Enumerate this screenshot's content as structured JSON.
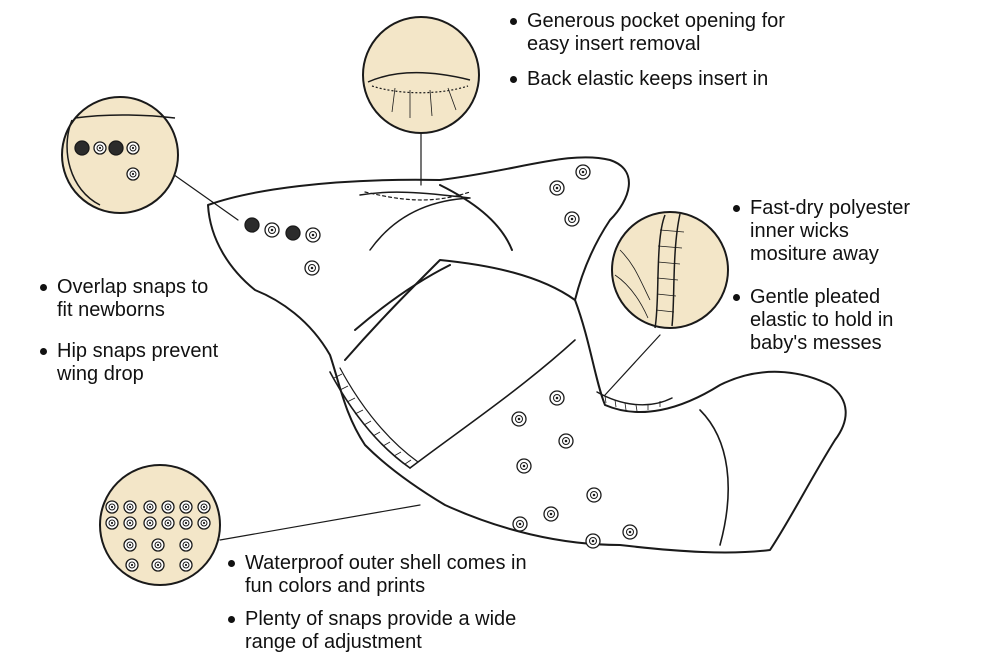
{
  "colors": {
    "outline": "#1a1a1a",
    "detail_fill": "#f3e6c8",
    "snap_dark": "#2b2b2b",
    "text": "#111111"
  },
  "callouts": {
    "pocket": {
      "icon": "pocket-opening-icon",
      "bullets": [
        {
          "lines": [
            "Generous pocket opening for",
            "easy insert removal"
          ]
        },
        {
          "lines": [
            "Back elastic keeps insert in"
          ]
        }
      ]
    },
    "snaps_top": {
      "icon": "overlap-snaps-icon",
      "bullets": [
        {
          "lines": [
            "Overlap snaps to",
            "fit newborns"
          ]
        },
        {
          "lines": [
            "Hip snaps prevent",
            "wing drop"
          ]
        }
      ]
    },
    "inner": {
      "icon": "pleated-elastic-icon",
      "bullets": [
        {
          "lines": [
            "Fast-dry polyester",
            "inner wicks",
            "mositure away"
          ]
        },
        {
          "lines": [
            "Gentle pleated",
            "elastic to hold in",
            "baby's messes"
          ]
        }
      ]
    },
    "shell": {
      "icon": "snap-grid-icon",
      "bullets": [
        {
          "lines": [
            "Waterproof outer shell comes in",
            "fun colors and prints"
          ]
        },
        {
          "lines": [
            "Plenty of snaps provide a wide",
            "range of adjustment"
          ]
        }
      ]
    }
  }
}
